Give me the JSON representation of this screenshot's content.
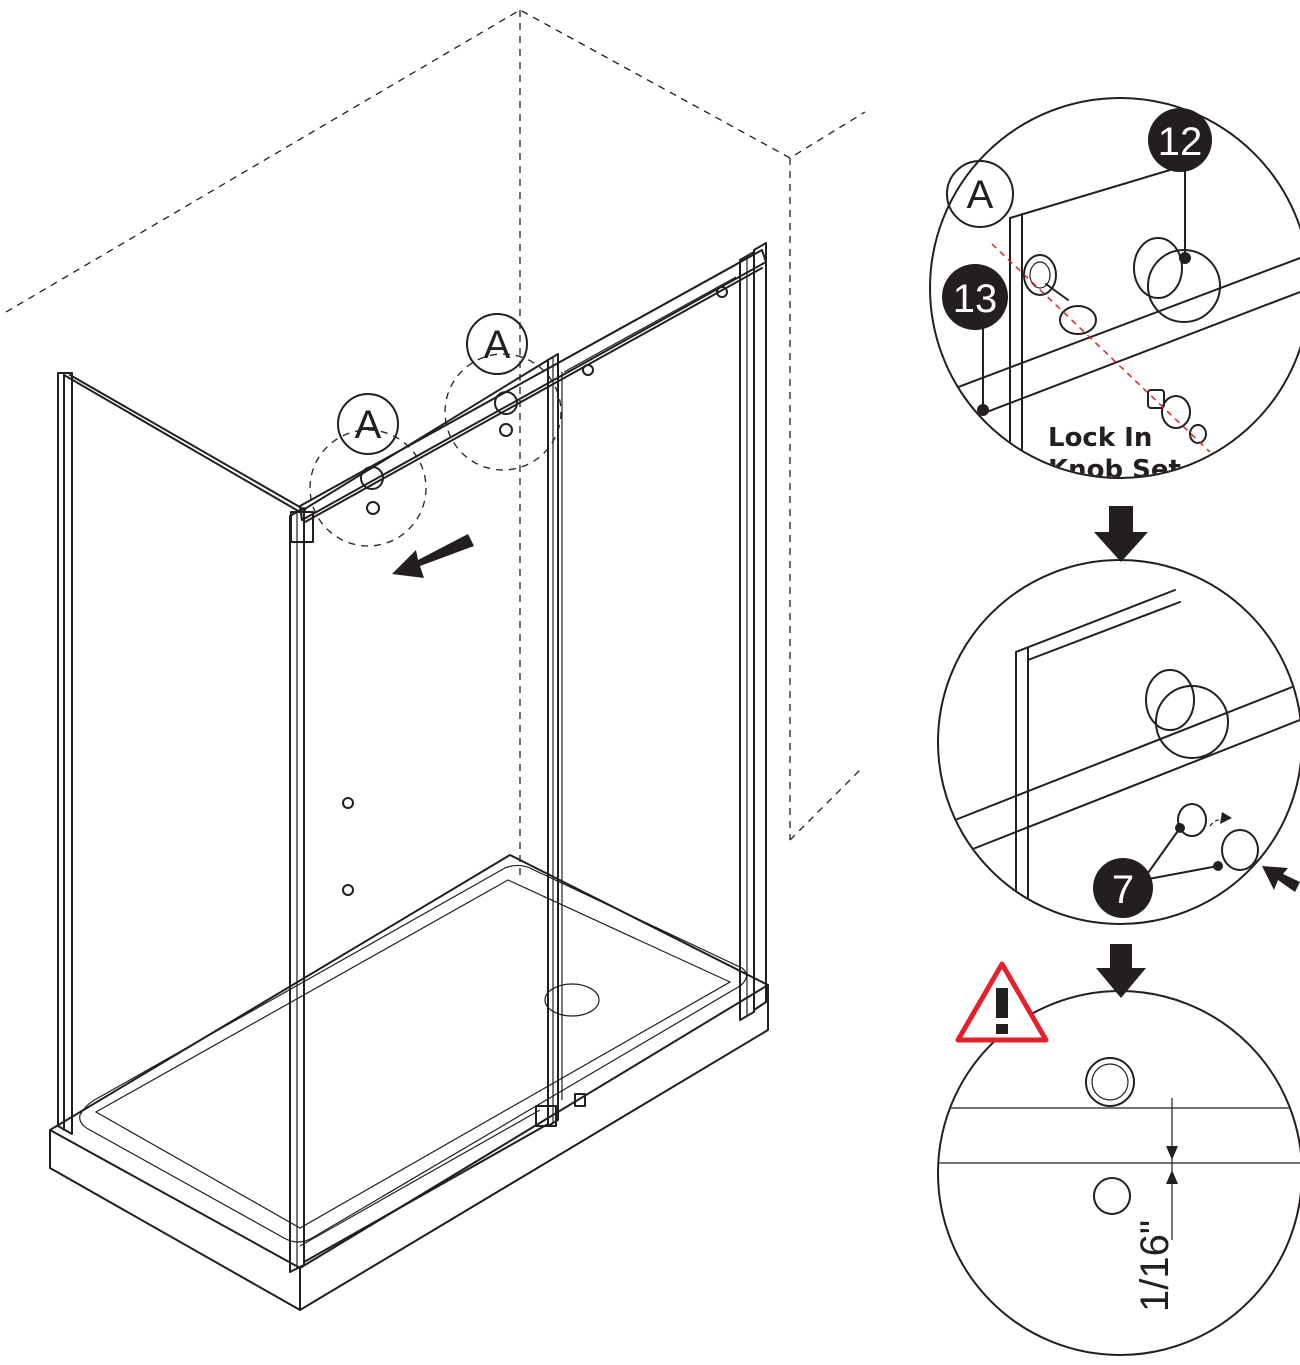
{
  "callouts": {
    "detail_a_1": "A",
    "detail_a_2": "A",
    "detail_a_zoom": "A"
  },
  "parts": {
    "knob": "12",
    "rail": "13",
    "bumper": "7"
  },
  "labels": {
    "lock_in_line1": "Lock In",
    "lock_in_line2": "Knob Set",
    "gap": "1/16\""
  },
  "icons": {
    "warning": "warning-triangle-icon",
    "arrow": "down-arrow-icon"
  },
  "colors": {
    "line": "#231f20",
    "warning": "#e4202a",
    "guide": "#e4202a"
  }
}
